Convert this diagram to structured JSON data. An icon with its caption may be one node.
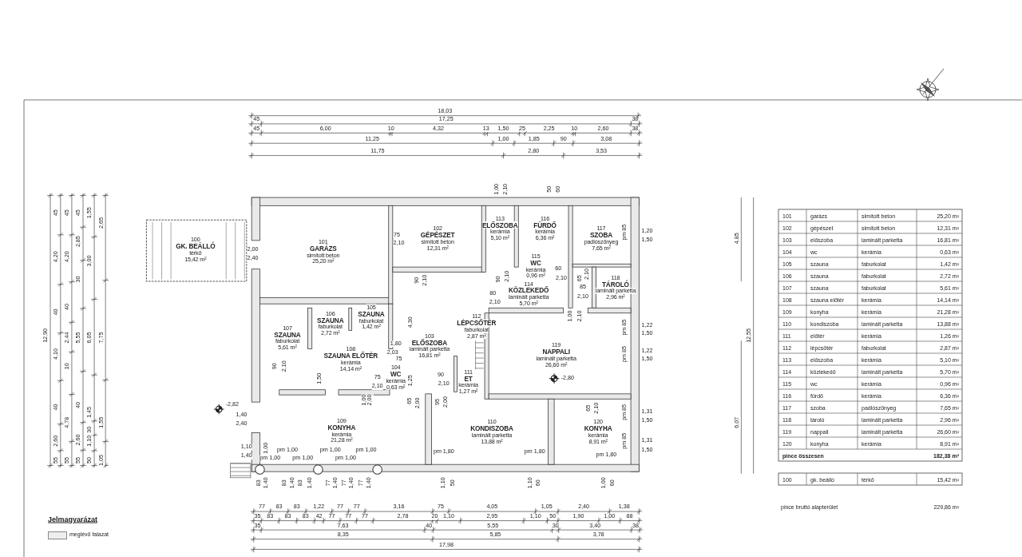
{
  "diagram": {
    "nodes": [
      {
        "text": [
          "100",
          "GK. BEÁLLÓ",
          "térkő",
          "15,42 m²"
        ]
      },
      {
        "text": [
          "101",
          "GARÁZS",
          "simított beton",
          "25,20 m²"
        ]
      },
      {
        "text": [
          "102",
          "GÉPÉSZET",
          "simított beton",
          "12,31 m²"
        ]
      },
      {
        "text": [
          "103",
          "ELŐSZOBA",
          "laminált parketta",
          "16,81 m²"
        ]
      },
      {
        "text": [
          "104",
          "WC",
          "kerámia",
          "0,63 m²"
        ]
      },
      {
        "text": [
          "105",
          "SZAUNA",
          "faburkolat",
          "1,42 m²"
        ]
      },
      {
        "text": [
          "106",
          "SZAUNA",
          "faburkolat",
          "2,72 m²"
        ]
      },
      {
        "text": [
          "107",
          "SZAUNA",
          "faburkolat",
          "5,61 m²"
        ]
      },
      {
        "text": [
          "108",
          "SZAUNA ELŐTÉR",
          "kerámia",
          "14,14 m²"
        ]
      },
      {
        "text": [
          "109",
          "KONYHA",
          "kerámia",
          "21,28 m²"
        ]
      },
      {
        "text": [
          "110",
          "KONDISZOBA",
          "laminált parketta",
          "13,88 m²"
        ]
      },
      {
        "text": [
          "111",
          "ET",
          "kerámia",
          "1,27 m²"
        ]
      },
      {
        "text": [
          "112",
          "LÉPCSŐTÉR",
          "faburkolat",
          "2,87 m²"
        ]
      },
      {
        "text": [
          "113",
          "ELŐSZOBA",
          "kerámia",
          "5,10 m²"
        ]
      },
      {
        "text": [
          "114",
          "KÖZLEKEDŐ",
          "laminált parketta",
          "5,70 m²"
        ]
      },
      {
        "text": [
          "115",
          "WC",
          "kerámia",
          "0,96 m²"
        ]
      },
      {
        "text": [
          "116",
          "FÜRDŐ",
          "kerámia",
          "6,36 m²"
        ]
      },
      {
        "text": [
          "117",
          "SZOBA",
          "padlószőnyeg",
          "7,65 m²"
        ]
      },
      {
        "text": [
          "118",
          "TÁROLÓ",
          "laminált parketta",
          "2,96 m²"
        ]
      },
      {
        "text": [
          "119",
          "NAPPALI",
          "laminált parketta",
          "26,60 m²"
        ]
      },
      {
        "text": [
          "120",
          "KONYHA",
          "kerámia",
          "8,91 m²"
        ]
      }
    ],
    "labels": [
      "18,03",
      "45",
      "17,25",
      "38",
      "45",
      "6,00",
      "10",
      "4,32",
      "13",
      "1,50",
      "25",
      "2,25",
      "10",
      "2,60",
      "38",
      "11,25",
      "1,00",
      "1,85",
      "90",
      "3,08",
      "11,75",
      "2,80",
      "3,53",
      "12,90",
      "45",
      "4,20",
      "40",
      "4,10",
      "40",
      "2,60",
      "55",
      "45",
      "4,20",
      "40",
      "2,44",
      "10",
      "4,78",
      "55",
      "45",
      "2,85",
      "30",
      "5,55",
      "40",
      "2,60",
      "55",
      "1,55",
      "3,00",
      "6,05",
      "1,45",
      "30",
      "1,10",
      "50",
      "2,65",
      "7,75",
      "1,55",
      "1,05",
      "4,85",
      "12,55",
      "6,07",
      "2,00",
      "2,40",
      "75",
      "2,10",
      "90",
      "2,10",
      "1,00",
      "2,10",
      "50",
      "60",
      "pm 85",
      "1,20",
      "1,50",
      "4,30",
      "1,80",
      "90",
      "2,10",
      "60",
      "2,10",
      "65",
      "2,10",
      "80",
      "2,10",
      "85",
      "2,10",
      "1,00",
      "2,10",
      "pm 85",
      "1,22",
      "1,50",
      "pm 85",
      "1,22",
      "1,50",
      "2,03",
      "75",
      "90",
      "2,10",
      "1,50",
      "75",
      "2,10",
      "1,25",
      "90",
      "2,10",
      "-2,80",
      "1,00",
      "2,00",
      "65",
      "2,00",
      "95",
      "2,00",
      "-2,82",
      "1,40",
      "2,40",
      "65",
      "2,10",
      "pm 85",
      "1,31",
      "1,50",
      "pm 85",
      "1,31",
      "1,50",
      "1,10",
      "1,40",
      "1,00",
      "pm 1,00",
      "pm 1,00",
      "pm 1,00",
      "pm 1,00",
      "pm 1,00",
      "pm 1,00",
      "pm 1,80",
      "pm 1,80",
      "pm 1,80",
      "83",
      "1,40",
      "83",
      "1,40",
      "83",
      "1,40",
      "77",
      "1,40",
      "77",
      "1,40",
      "77",
      "1,40",
      "1,10",
      "50",
      "1,10",
      "60",
      "1,00",
      "60",
      "77",
      "83",
      "83",
      "1,22",
      "77",
      "77",
      "3,16",
      "75",
      "4,05",
      "1,05",
      "2,40",
      "1,38",
      "35",
      "83",
      "83",
      "83",
      "42",
      "77",
      "77",
      "77",
      "2,78",
      "20",
      "1,10",
      "2,95",
      "1,10",
      "50",
      "1,90",
      "1,00",
      "88",
      "35",
      "7,63",
      "40",
      "5,55",
      "30",
      "3,40",
      "38",
      "8,35",
      "5,85",
      "3,78",
      "17,98",
      "101",
      "garázs",
      "simított beton",
      "25,20 m²",
      "102",
      "gépészet",
      "simított beton",
      "12,31 m²",
      "103",
      "előszoba",
      "laminált parketta",
      "16,81 m²",
      "104",
      "wc",
      "kerámia",
      "0,63 m²",
      "105",
      "szauna",
      "faburkolat",
      "1,42 m²",
      "106",
      "szauna",
      "faburkolat",
      "2,72 m²",
      "107",
      "szauna",
      "faburkolat",
      "5,61 m²",
      "108",
      "szauna előtér",
      "kerámia",
      "14,14 m²",
      "109",
      "konyha",
      "kerámia",
      "21,28 m²",
      "110",
      "kondiszoba",
      "laminált parketta",
      "13,88 m²",
      "111",
      "előtér",
      "kerámia",
      "1,26 m²",
      "112",
      "lépcsőtér",
      "faburkolat",
      "2,87 m²",
      "113",
      "előszoba",
      "kerámia",
      "5,10 m²",
      "114",
      "közlekedő",
      "laminált parketta",
      "5,70 m²",
      "115",
      "wc",
      "kerámia",
      "0,96 m²",
      "116",
      "fürdő",
      "kerámia",
      "6,36 m²",
      "117",
      "szoba",
      "padlószőnyeg",
      "7,65 m²",
      "118",
      "tároló",
      "laminált parketta",
      "2,96 m²",
      "119",
      "nappali",
      "laminált parketta",
      "26,60 m²",
      "120",
      "konyha",
      "kerámia",
      "8,91 m²",
      "pince összesen",
      "182,38 m²",
      "100",
      "gk. beálló",
      "térkő",
      "15,42 m²",
      "pince bruttó alapterület",
      "229,86 m²",
      "Jelmagyarázat"
    ],
    "legend": [
      {
        "text": "meglévő falazat",
        "color": "#eeeeee"
      }
    ]
  }
}
